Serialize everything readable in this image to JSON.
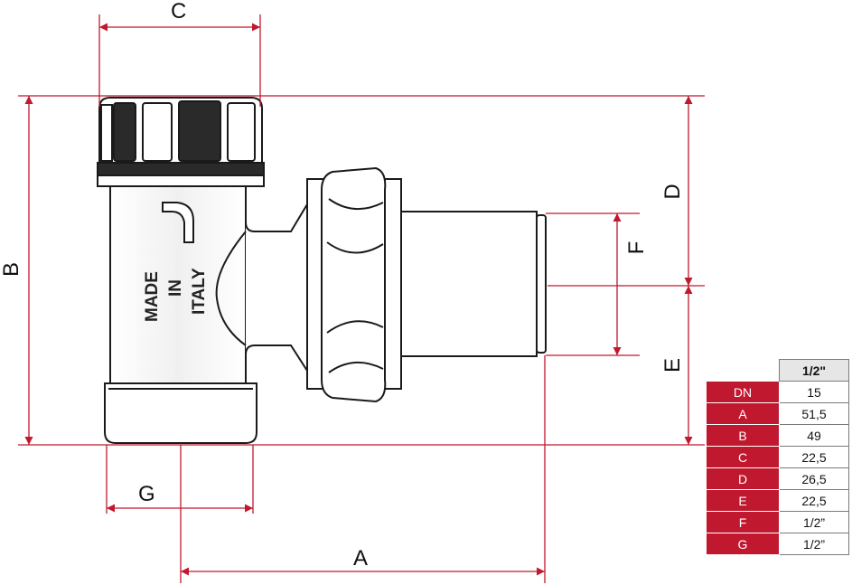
{
  "dimension_labels": {
    "a": "A",
    "b": "B",
    "c": "C",
    "d": "D",
    "e": "E",
    "f": "F",
    "g": "G"
  },
  "body_marking": {
    "line1": "MADE",
    "line2": "IN",
    "line3": "ITALY"
  },
  "colors": {
    "dimension": "#c0182f",
    "outline": "#1a1a1a",
    "table_key_bg": "#c0182f",
    "table_head_bg": "#e6e6e6"
  },
  "table": {
    "size_header": "1/2\"",
    "rows": [
      {
        "key": "DN",
        "value": "15"
      },
      {
        "key": "A",
        "value": "51,5"
      },
      {
        "key": "B",
        "value": "49"
      },
      {
        "key": "C",
        "value": "22,5"
      },
      {
        "key": "D",
        "value": "26,5"
      },
      {
        "key": "E",
        "value": "22,5"
      },
      {
        "key": "F",
        "value": "1/2”"
      },
      {
        "key": "G",
        "value": "1/2”"
      }
    ]
  }
}
